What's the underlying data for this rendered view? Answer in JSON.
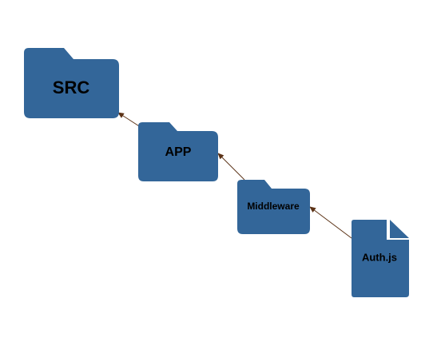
{
  "diagram": {
    "colors": {
      "node_fill": "#336699",
      "edge": "#5c3317",
      "label": "#000000"
    },
    "nodes": [
      {
        "id": "src",
        "label": "SRC",
        "icon": "folder-icon"
      },
      {
        "id": "app",
        "label": "APP",
        "icon": "folder-icon"
      },
      {
        "id": "middleware",
        "label": "Middleware",
        "icon": "folder-icon"
      },
      {
        "id": "auth",
        "label": "Auth.js",
        "icon": "file-icon"
      }
    ],
    "edges": [
      {
        "from": "app",
        "to": "src"
      },
      {
        "from": "middleware",
        "to": "app"
      },
      {
        "from": "auth",
        "to": "middleware"
      }
    ]
  }
}
